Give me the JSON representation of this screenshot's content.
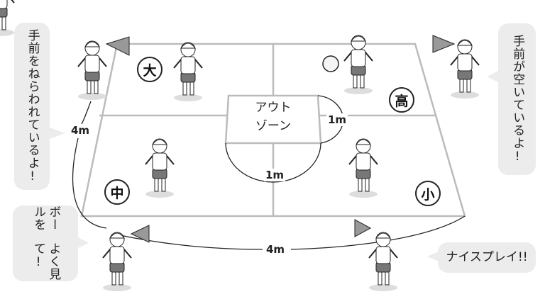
{
  "bubbles": {
    "top_left": "手前をねらわれているよ!",
    "bottom_left_col1": "ボールを",
    "bottom_left_col2": "よく見て!",
    "top_right": "手前が空いているよ!",
    "bottom_right": "ナイスプレイ!!"
  },
  "court": {
    "out_zone_line1": "アウト",
    "out_zone_line2": "ゾーン",
    "dist_1m_right": "1m",
    "dist_1m_bottom": "1m",
    "dist_4m_left": "4m",
    "dist_4m_bottom": "4m",
    "zones": {
      "top_left": "大",
      "top_right": "高",
      "bottom_left": "中",
      "bottom_right": "小"
    }
  }
}
